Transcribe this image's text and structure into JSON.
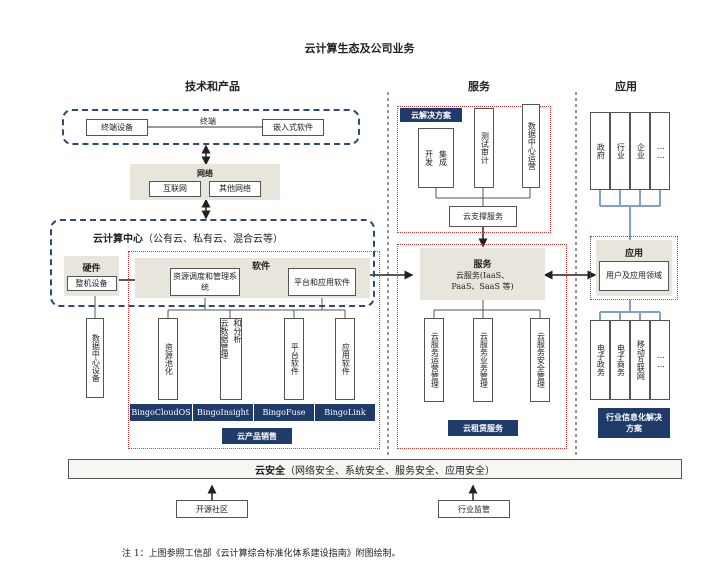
{
  "title": "云计算生态及公司业务",
  "columns": {
    "tech": "技术和产品",
    "service": "服务",
    "app": "应用"
  },
  "terminal": {
    "left": "终端设备",
    "label": "终端",
    "right": "嵌入式软件"
  },
  "network": {
    "title": "网络",
    "left": "互联网",
    "right": "其他网络"
  },
  "datacenter": {
    "title": "云计算中心",
    "subtitle": "（公有云、私有云、混合云等）"
  },
  "hardware": {
    "title": "硬件",
    "item": "整机设备"
  },
  "software": {
    "title": "软件",
    "scheduler": "资源调度和管理系统",
    "platform": "平台和应用软件"
  },
  "datacenter_device": "数据中心设备",
  "software_columns": [
    "资源池化",
    "云数据管理",
    "和分析",
    "平台软件",
    "应用软件"
  ],
  "products": [
    "BingoCloudOS",
    "BingoInsight",
    "BingoFuse",
    "BingoLink"
  ],
  "cloud_product_sales": "云产品销售",
  "solutions": {
    "title": "云解决方案",
    "items": [
      "开发",
      "集成",
      "测试审计",
      "数据中心运营"
    ],
    "support": "云支撑服务"
  },
  "service": {
    "title": "服务",
    "line1": "云服务(IaaS、",
    "line2": "PaaS、SaaS 等)",
    "items": [
      "云服务运营管理",
      "云服务业务管理",
      "云服务安全管理"
    ],
    "rental": "云租赁服务"
  },
  "application": {
    "title": "应用",
    "users": "用户及应用领域",
    "sectors": [
      "政府",
      "行业",
      "企业",
      "……"
    ],
    "ecommerce": [
      "电子政务",
      "电子商务",
      "移动互联网",
      "……"
    ],
    "solution": "行业信息化解决方案"
  },
  "security": {
    "title": "云安全",
    "detail": "（网络安全、系统安全、服务安全、应用安全）"
  },
  "bottom": {
    "left": "开源社区",
    "right": "行业监管"
  },
  "note": "注 1：上图参照工信部《云计算综合标准化体系建设指南》附图绘制。"
}
